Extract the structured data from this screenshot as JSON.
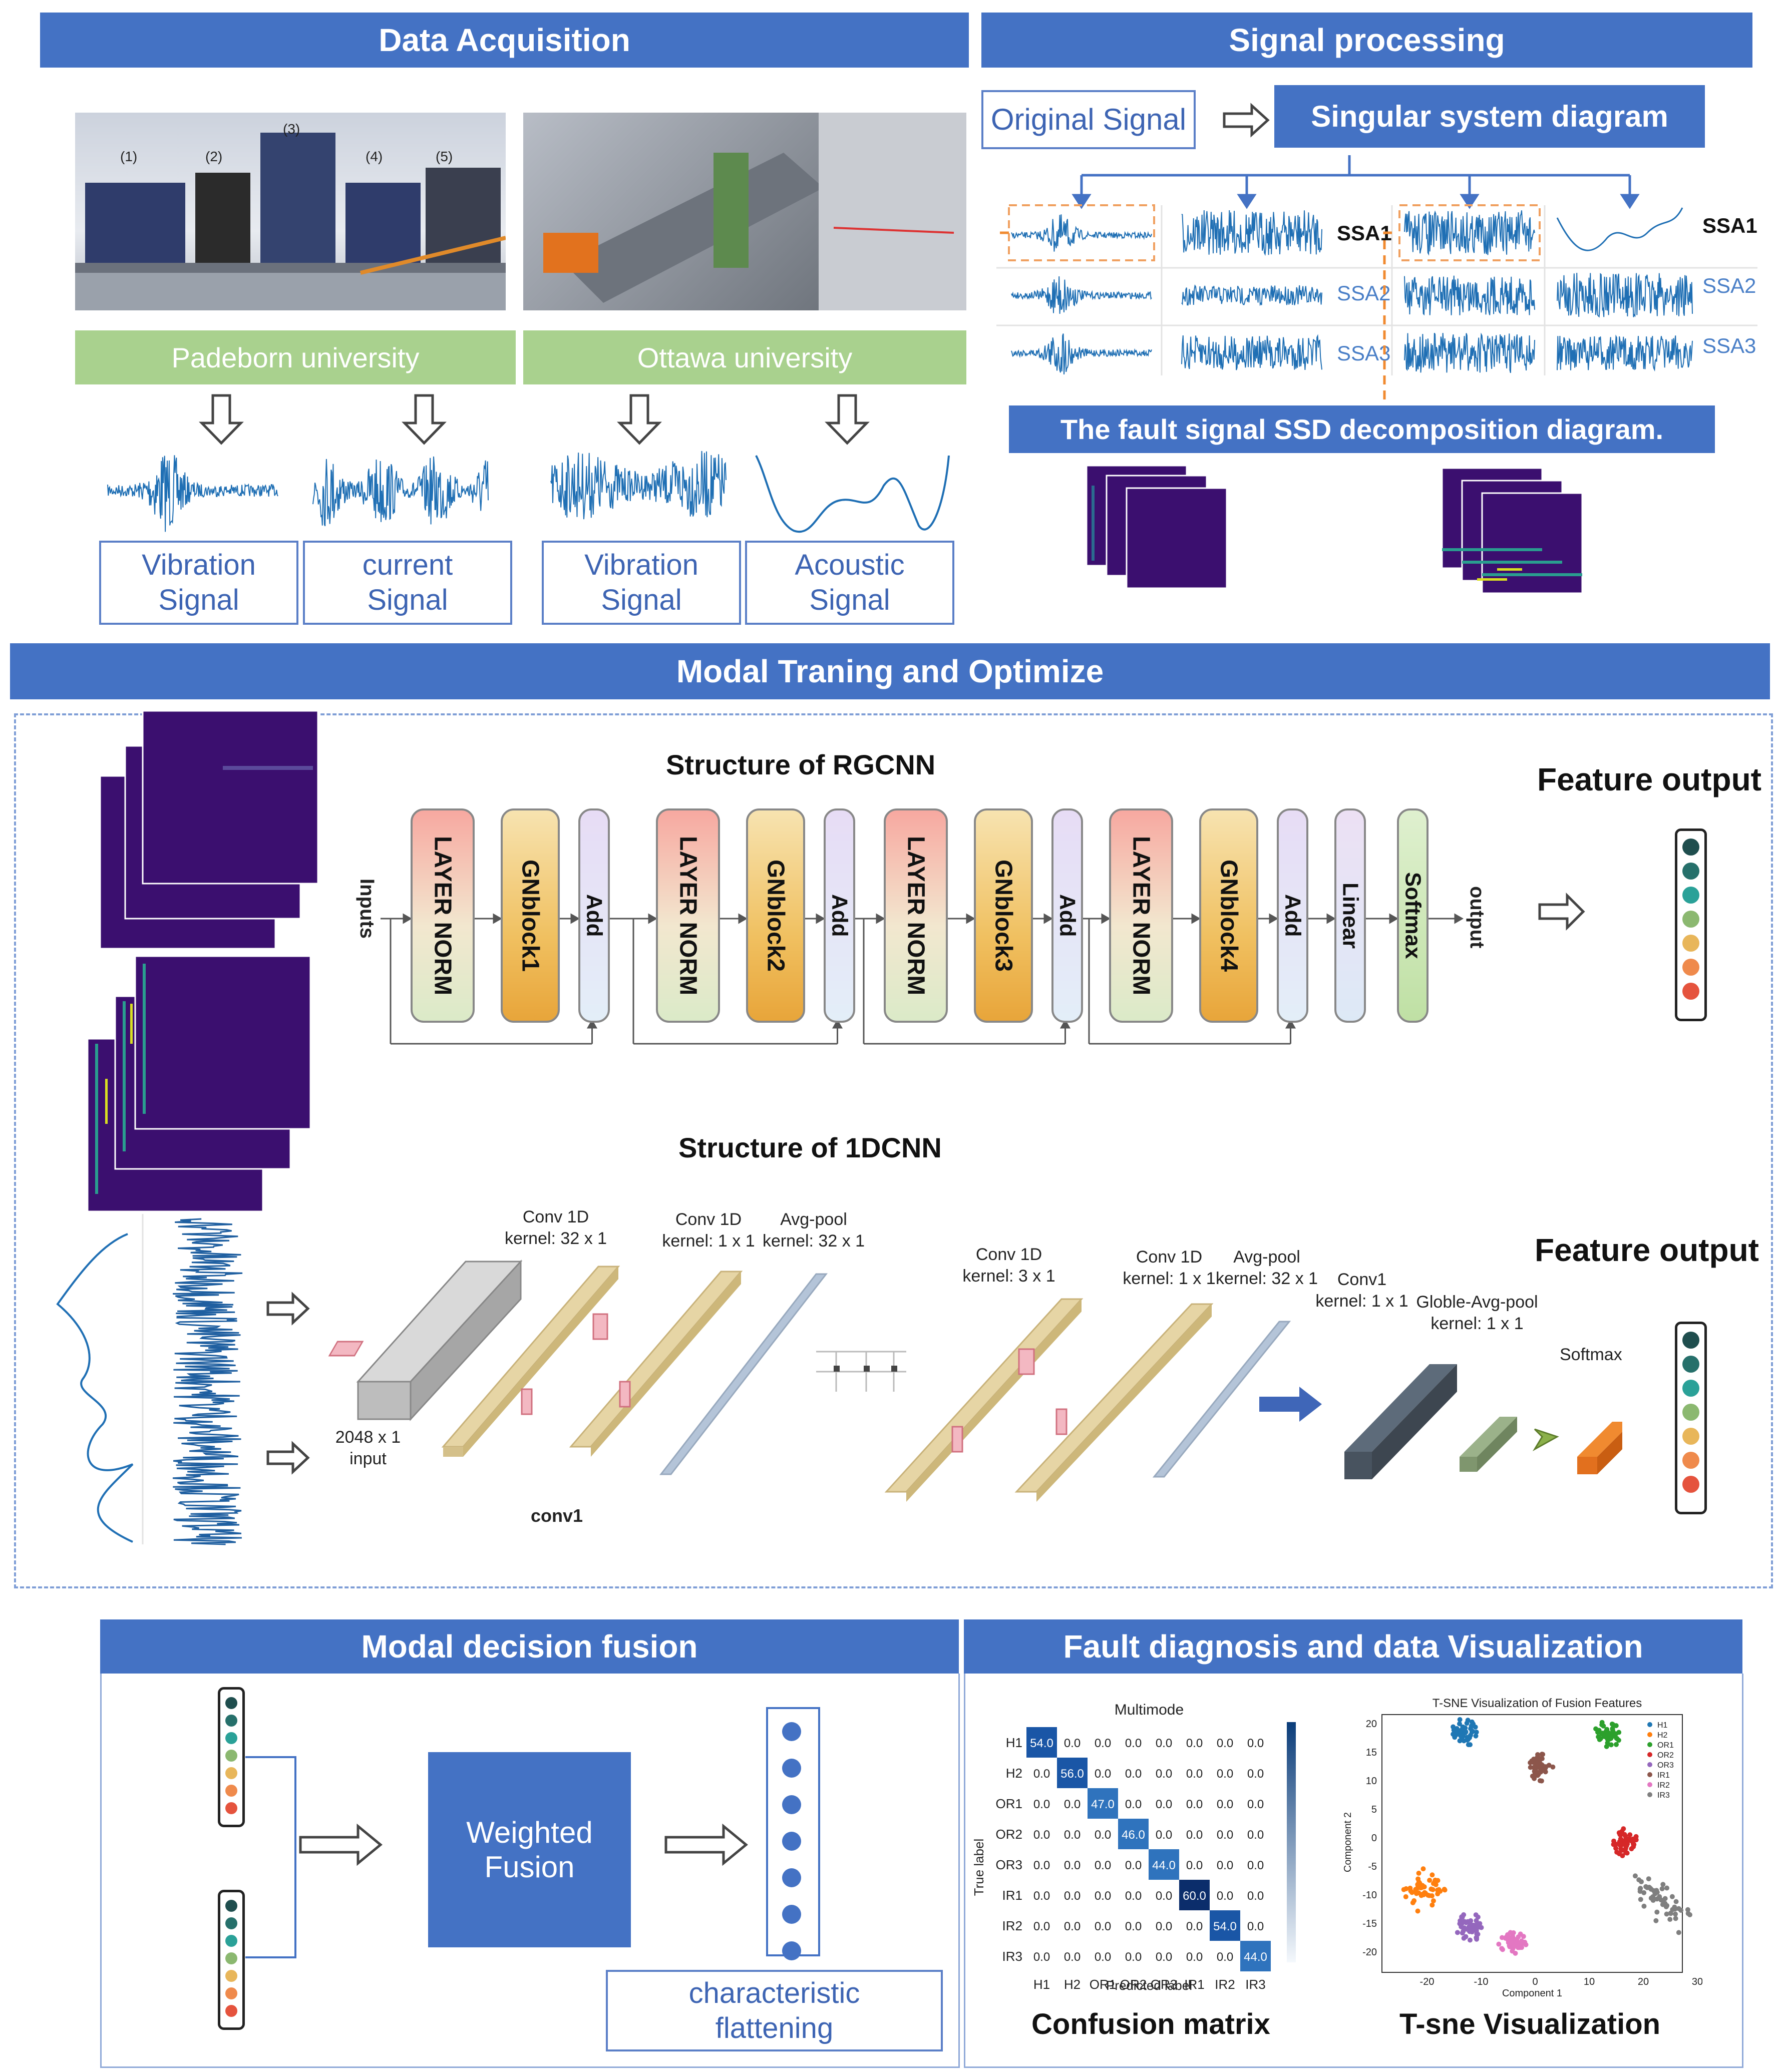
{
  "sections": {
    "acquisition": "Data Acquisition",
    "processing": "Signal processing",
    "training": "Modal Traning  and Optimize",
    "fusion": "Modal decision fusion",
    "diagnosis": "Fault diagnosis and data Visualization"
  },
  "acquisition": {
    "rig_labels": [
      "(1)",
      "(2)",
      "(3)",
      "(4)",
      "(5)"
    ],
    "universities": [
      "Padeborn university",
      "Ottawa university"
    ],
    "signals": [
      {
        "line1": "Vibration",
        "line2": "Signal"
      },
      {
        "line1": "current",
        "line2": "Signal"
      },
      {
        "line1": "Vibration",
        "line2": "Signal"
      },
      {
        "line1": "Acoustic",
        "line2": "Signal"
      }
    ]
  },
  "processing": {
    "original": "Original Signal",
    "ssd": "Singular system diagram",
    "ssa_labels": [
      "SSA1",
      "SSA2",
      "SSA3"
    ],
    "decomp_caption": "The fault signal SSD decomposition diagram."
  },
  "rgcnn": {
    "title": "Structure of RGCNN",
    "inputs": "Inputs",
    "output": "output",
    "blocks": [
      "LAYER NORM",
      "GNblock1",
      "Add",
      "LAYER NORM",
      "GNblock2",
      "Add",
      "LAYER NORM",
      "GNblock3",
      "Add",
      "LAYER NORM",
      "GNblock4",
      "Add",
      "Linear",
      "Softmax"
    ],
    "feature_output": "Feature output"
  },
  "cnn1d": {
    "title": "Structure of 1DCNN",
    "conv1d": "Conv 1D",
    "k32": "kernel: 32 x 1",
    "k1": "kernel: 1 x 1",
    "k3": "kernel: 3 x 1",
    "avgpool": "Avg-pool",
    "conv1": "Conv1",
    "globle": "Globle-Avg-pool",
    "softmax": "Softmax",
    "input_size": "2048 x 1",
    "input_label": "input",
    "conv1_bottom": "conv1",
    "feature_output": "Feature output"
  },
  "fusion": {
    "weighted_l1": "Weighted",
    "weighted_l2": "Fusion",
    "flat_l1": "characteristic",
    "flat_l2": "flattening"
  },
  "confusion": {
    "title": "Multimode",
    "labels": [
      "H1",
      "H2",
      "OR1",
      "OR2",
      "OR3",
      "IR1",
      "IR2",
      "IR3"
    ],
    "diag": [
      "54.0",
      "56.0",
      "47.0",
      "46.0",
      "44.0",
      "60.0",
      "54.0",
      "44.0"
    ],
    "off": "0.0",
    "ylabel": "True label",
    "xlabel": "Predicted label",
    "caption": "Confusion matrix"
  },
  "tsne": {
    "title": "T-SNE Visualization of Fusion Features",
    "legend": [
      "H1",
      "H2",
      "OR1",
      "OR2",
      "OR3",
      "IR1",
      "IR2",
      "IR3"
    ],
    "yticks": [
      "20",
      "15",
      "10",
      "5",
      "0",
      "-5",
      "-10",
      "-15",
      "-20"
    ],
    "xticks": [
      "-20",
      "-10",
      "0",
      "10",
      "20",
      "30"
    ],
    "xlabel": "Component 1",
    "ylabel": "Component 2",
    "caption": "T-sne Visualization"
  },
  "colors": {
    "banner": "#4472c4",
    "green": "#a9d18e",
    "dots": [
      "#1f4e4e",
      "#26706b",
      "#2aa198",
      "#8bb870",
      "#e8b65a",
      "#ef8a4c",
      "#e5533d"
    ]
  }
}
